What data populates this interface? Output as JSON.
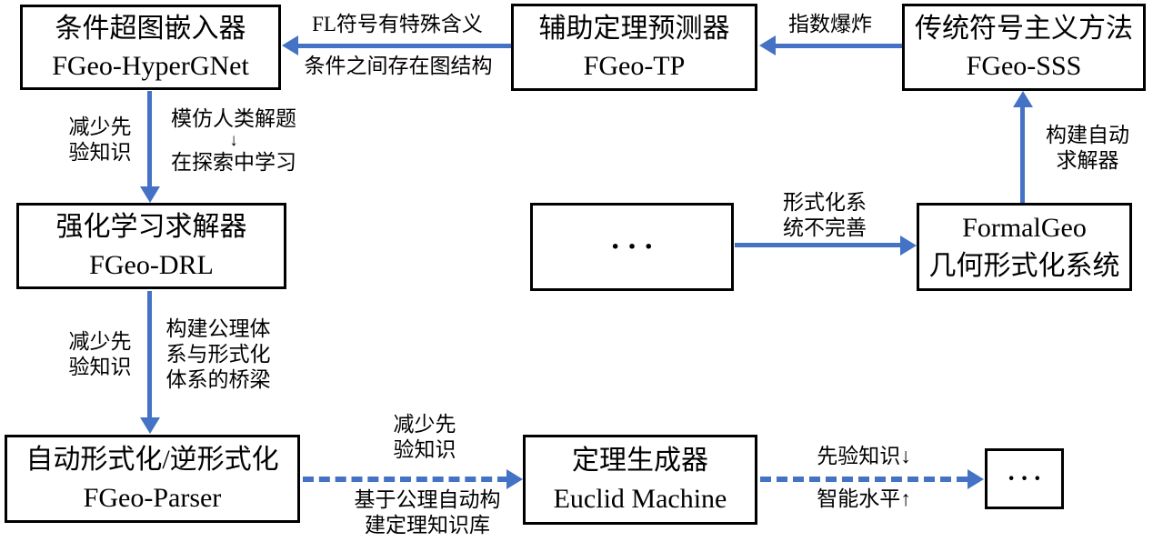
{
  "diagram": {
    "colors": {
      "arrow": "#4472C4",
      "box_border": "#000000",
      "text": "#000000",
      "background": "#FFFFFF"
    },
    "boxes": {
      "hypergnet": {
        "line1": "条件超图嵌入器",
        "line2": "FGeo-HyperGNet"
      },
      "tp": {
        "line1": "辅助定理预测器",
        "line2": "FGeo-TP"
      },
      "sss": {
        "line1": "传统符号主义方法",
        "line2": "FGeo-SSS"
      },
      "drl": {
        "line1": "强化学习求解器",
        "line2": "FGeo-DRL"
      },
      "mid_ellipsis": {
        "line1": "···"
      },
      "formalgeo": {
        "line1": "FormalGeo",
        "line2": "几何形式化系统"
      },
      "parser": {
        "line1": "自动形式化/逆形式化",
        "line2": "FGeo-Parser"
      },
      "euclid": {
        "line1": "定理生成器",
        "line2": "Euclid Machine"
      },
      "end_ellipsis": {
        "line1": "···"
      }
    },
    "labels": {
      "fl_meaning": "FL符号有特殊含义",
      "graph_structure": "条件之间存在图结构",
      "exp_explosion": "指数爆炸",
      "reduce_prior_l1": "减少先",
      "reduce_prior_l2": "验知识",
      "imitate_l1": "模仿人类解题",
      "imitate_arrow": "↓",
      "imitate_l2": "在探索中学习",
      "build_solver_l1": "构建自动",
      "build_solver_l2": "求解器",
      "formal_incomplete_l1": "形式化系",
      "formal_incomplete_l2": "统不完善",
      "bridge_l1": "构建公理体",
      "bridge_l2": "系与形式化",
      "bridge_l3": "体系的桥梁",
      "axiom_kb_l1": "基于公理自动构",
      "axiom_kb_l2": "建定理知识库",
      "prior_down": "先验知识↓",
      "intel_up": "智能水平↑"
    }
  }
}
